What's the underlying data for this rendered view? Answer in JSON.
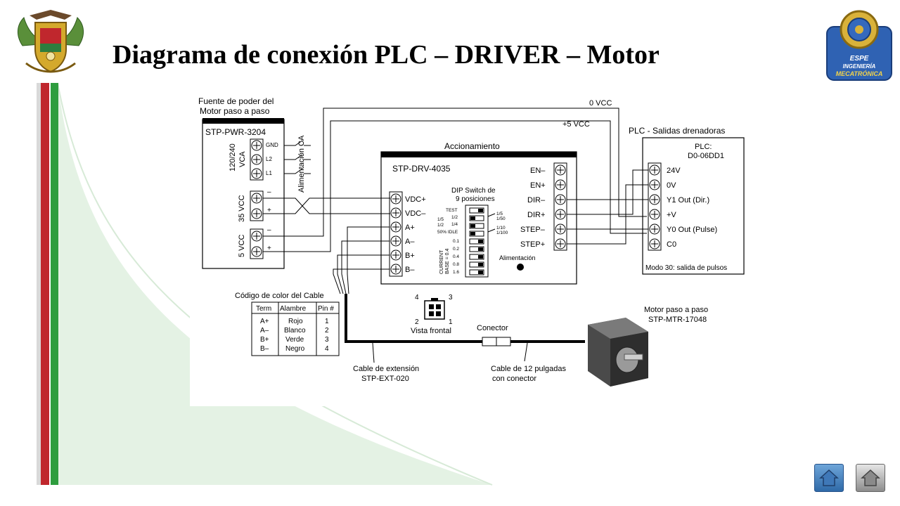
{
  "slide": {
    "title": "Diagrama de conexión PLC – DRIVER – Motor",
    "colors": {
      "red_stripe": "#c0272d",
      "green_stripe": "#2e9d3e",
      "bg_curve": "#e6f3e6"
    }
  },
  "logos": {
    "left": {
      "icon": "coat-of-arms-icon"
    },
    "right": {
      "icon": "espe-mecatronica-logo-icon",
      "line1": "ESPE",
      "line2": "INGENIERÍA",
      "line3": "MECATRÓNICA"
    }
  },
  "diagram": {
    "power_supply": {
      "header": "Fuente de poder del Motor paso a paso",
      "header_line1": "Fuente de poder del",
      "header_line2": "Motor paso a paso",
      "model": "STP-PWR-3204",
      "ac_label1": "120/240",
      "ac_label2": "VCA",
      "ac_terminals": [
        "GND",
        "L2",
        "L1"
      ],
      "ac_side_label": "Alimentación CA",
      "dc35_label": "35 VCC",
      "dc5_label": "5 VCC",
      "minus": "–",
      "plus": "+"
    },
    "wires": {
      "zero_vcc": "0 VCC",
      "plus5_vcc": "+5 VCC"
    },
    "driver": {
      "header": "Accionamiento",
      "model": "STP-DRV-4035",
      "left_terminals": [
        "VDC+",
        "VDC–",
        "A+",
        "A–",
        "B+",
        "B–"
      ],
      "right_terminals": [
        "EN–",
        "EN+",
        "DIR–",
        "DIR+",
        "STEP–",
        "STEP+"
      ],
      "dip_title1": "DIP Switch de",
      "dip_title2": "9 posiciones",
      "dip_labels_left": [
        "TEST",
        "1/2",
        "1/4",
        "50% IDLE",
        "0.1",
        "0.2",
        "0.4",
        "0.8",
        "1.6"
      ],
      "dip_step_labels_left": [
        "1/5",
        "1/2"
      ],
      "dip_labels_right": [
        "1/5",
        "1/50",
        "1/10",
        "1/100"
      ],
      "current_label": "CURRENT",
      "base_label": "BASE = 0.4",
      "power_label": "Alimentación"
    },
    "plc": {
      "header": "PLC - Salidas drenadoras",
      "model_line1": "PLC:",
      "model_line2": "D0-06DD1",
      "terminals": [
        "24V",
        "0V",
        "Y1 Out (Dir.)",
        "+V",
        "Y0 Out (Pulse)",
        "C0"
      ],
      "footer": "Modo 30: salida de pulsos"
    },
    "color_code": {
      "title": "Código de color del Cable",
      "headers": [
        "Term",
        "Alambre",
        "Pin #"
      ],
      "rows": [
        [
          "A+",
          "Rojo",
          "1"
        ],
        [
          "A–",
          "Blanco",
          "2"
        ],
        [
          "B+",
          "Verde",
          "3"
        ],
        [
          "B–",
          "Negro",
          "4"
        ]
      ]
    },
    "connector_view": {
      "pins": [
        "4",
        "3",
        "2",
        "1"
      ],
      "label": "Vista frontal"
    },
    "connector_label": "Conector",
    "motor": {
      "line1": "Motor paso a paso",
      "line2": "STP-MTR-17048"
    },
    "cable_ext": {
      "line1": "Cable de extensión",
      "line2": "STP-EXT-020"
    },
    "cable_12": {
      "line1": "Cable de 12 pulgadas",
      "line2": "con conector"
    }
  },
  "nav": {
    "home_icon": "home-icon",
    "back_icon": "home-gray-icon"
  }
}
